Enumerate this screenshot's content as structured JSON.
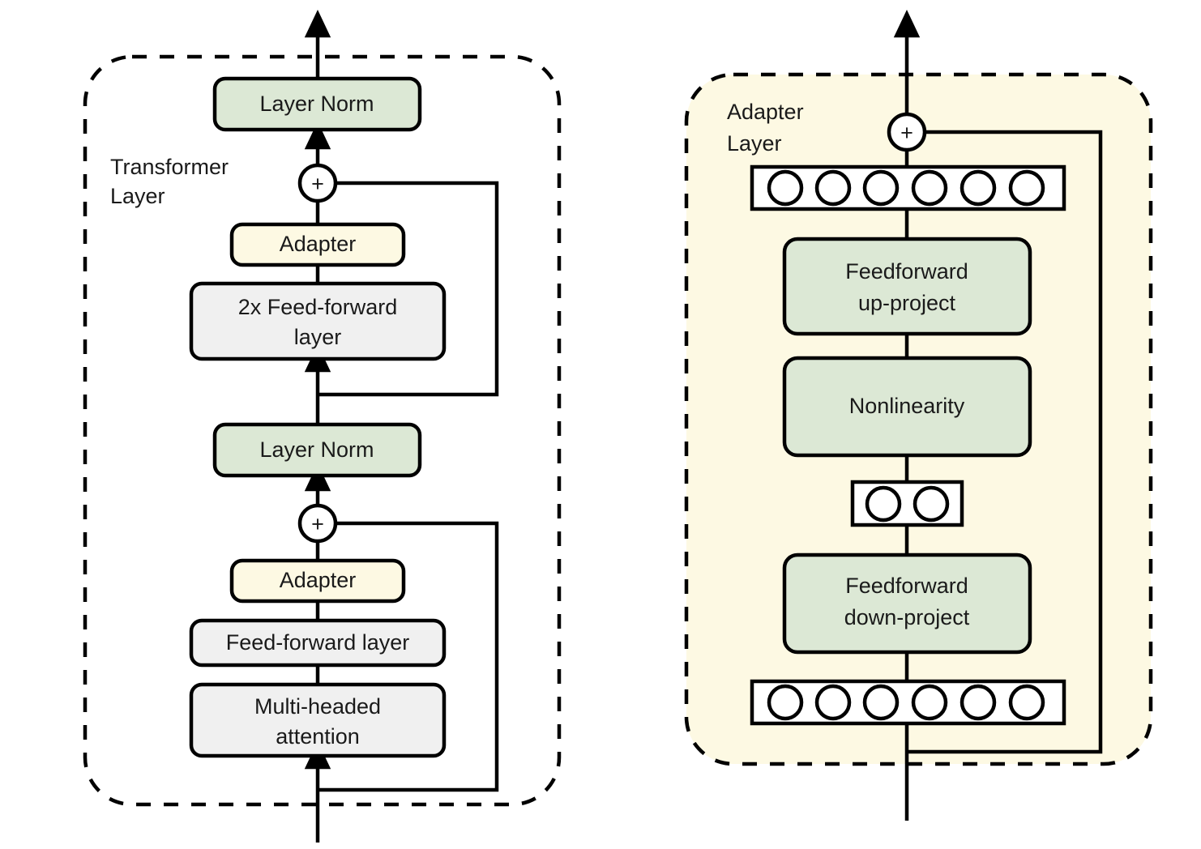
{
  "diagram": {
    "title_left": "Transformer Layer",
    "title_right": "Adapter Layer",
    "colors": {
      "green_fill": "#dce8d5",
      "cream_fill": "#fdf9e3",
      "gray_fill": "#f0f0f0",
      "panel_fill": "#fdf9e3",
      "white_fill": "#ffffff",
      "stroke": "#000000",
      "page_bg": "#ffffff"
    },
    "left_panel": {
      "label_line1": "Transformer",
      "label_line2": "Layer",
      "blocks": [
        {
          "id": "layer-norm-top",
          "label": "Layer Norm",
          "style": "green"
        },
        {
          "id": "adapter-top",
          "label": "Adapter",
          "style": "cream"
        },
        {
          "id": "feed-forward-2x",
          "label_line1": "2x Feed-forward",
          "label_line2": "layer",
          "style": "gray"
        },
        {
          "id": "layer-norm-bottom",
          "label": "Layer Norm",
          "style": "green"
        },
        {
          "id": "adapter-bottom",
          "label": "Adapter",
          "style": "cream"
        },
        {
          "id": "feed-forward-layer",
          "label": "Feed-forward layer",
          "style": "gray"
        },
        {
          "id": "multi-headed-attention",
          "label_line1": "Multi-headed",
          "label_line2": "attention",
          "style": "gray"
        }
      ],
      "adders": [
        {
          "id": "adder-top",
          "symbol": "+"
        },
        {
          "id": "adder-bottom",
          "symbol": "+"
        }
      ]
    },
    "right_panel": {
      "label_line1": "Adapter",
      "label_line2": "Layer",
      "blocks": [
        {
          "id": "feedforward-up-project",
          "label_line1": "Feedforward",
          "label_line2": "up-project",
          "style": "green"
        },
        {
          "id": "nonlinearity",
          "label": "Nonlinearity",
          "style": "green"
        },
        {
          "id": "feedforward-down-project",
          "label_line1": "Feedforward",
          "label_line2": "down-project",
          "style": "green"
        }
      ],
      "vectors": [
        {
          "id": "vector-output",
          "units": 6
        },
        {
          "id": "vector-bottleneck",
          "units": 2
        },
        {
          "id": "vector-input",
          "units": 6
        }
      ],
      "adders": [
        {
          "id": "adder-adapter",
          "symbol": "+"
        }
      ]
    }
  }
}
